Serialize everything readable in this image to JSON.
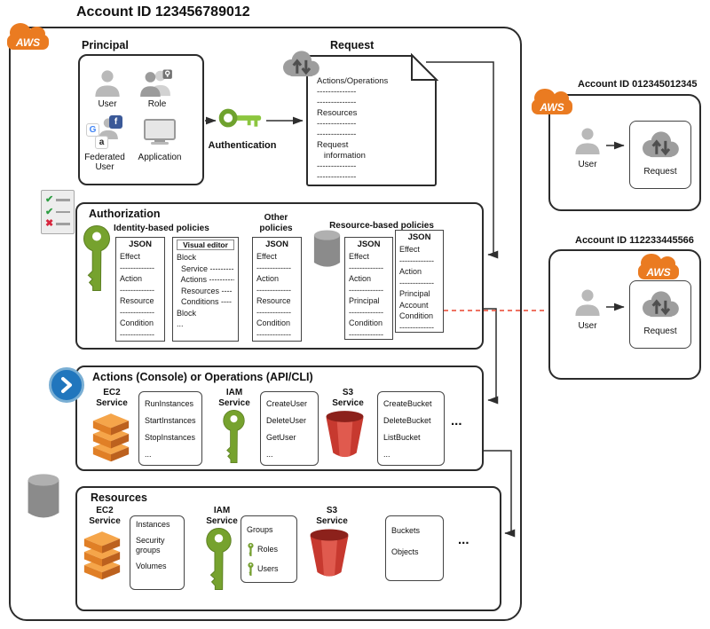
{
  "main_account": {
    "title": "Account ID 123456789012",
    "aws_label": "AWS"
  },
  "principal": {
    "title": "Principal",
    "user_label": "User",
    "role_label": "Role",
    "federated_label": "Federated User",
    "application_label": "Application",
    "federated_tiles": {
      "google": "G",
      "facebook": "f",
      "amazon": "a"
    }
  },
  "authentication": {
    "label": "Authentication"
  },
  "request": {
    "title": "Request",
    "lines": [
      "Actions/Operations",
      "--------------",
      "--------------",
      "Resources",
      "--------------",
      "--------------",
      "Request",
      "   information",
      "--------------",
      "--------------"
    ]
  },
  "authorization": {
    "title": "Authorization",
    "checklist": {
      "check1": "✔",
      "check2": "✔",
      "cross": "✖"
    },
    "identity_based_label": "Identity-based policies",
    "other_policies_label": "Other\npolicies",
    "resource_based_label": "Resource-based policies",
    "identity_json": {
      "header": "JSON",
      "lines": [
        "Effect",
        "-------------",
        "Action",
        "-------------",
        "Resource",
        "-------------",
        "Condition",
        "-------------"
      ]
    },
    "visual_editor": {
      "header": "Visual editor",
      "lines": [
        "Block",
        "  Service ---------",
        "  Actions ----------",
        "  Resources ----",
        "  Conditions ----",
        "Block",
        "..."
      ]
    },
    "other_json": {
      "header": "JSON",
      "lines": [
        "Effect",
        "-------------",
        "Action",
        "-------------",
        "Resource",
        "-------------",
        "Condition",
        "-------------"
      ]
    },
    "resource_json_1": {
      "header": "JSON",
      "lines": [
        "Effect",
        "-------------",
        "Action",
        "-------------",
        "Principal",
        "-------------",
        "Condition",
        "-------------"
      ]
    },
    "resource_json_2": {
      "header": "JSON",
      "lines": [
        "Effect",
        "-------------",
        "Action",
        "-------------",
        "Principal",
        "Account",
        "Condition",
        "-------------"
      ]
    }
  },
  "actions": {
    "title": "Actions (Console) or Operations (API/CLI)",
    "services": [
      {
        "name": "EC2\nService",
        "operations": [
          "RunInstances",
          "StartInstances",
          "StopInstances",
          "..."
        ]
      },
      {
        "name": "IAM\nService",
        "operations": [
          "CreateUser",
          "DeleteUser",
          "GetUser",
          "..."
        ]
      },
      {
        "name": "S3\nService",
        "operations": [
          "CreateBucket",
          "DeleteBucket",
          "ListBucket",
          "..."
        ]
      }
    ],
    "more_label": "..."
  },
  "resources": {
    "title": "Resources",
    "services": [
      {
        "name": "EC2\nService",
        "items": [
          "Instances",
          "Security groups",
          "Volumes"
        ]
      },
      {
        "name": "IAM\nService",
        "items": [
          "Groups",
          "Roles",
          "Users"
        ]
      },
      {
        "name": "S3\nService",
        "items": [
          "Buckets",
          "Objects"
        ]
      }
    ],
    "more_label": "..."
  },
  "external_accounts": [
    {
      "title": "Account ID 012345012345",
      "aws_label": "AWS",
      "user_label": "User",
      "request_label": "Request"
    },
    {
      "title": "Account ID 112233445566",
      "aws_label": "AWS",
      "user_label": "User",
      "request_label": "Request"
    }
  ],
  "colors": {
    "aws_orange": "#EA7B21",
    "iam_green": "#76A22E",
    "s3_red": "#C7392F",
    "link_red_dashed": "#E8442E",
    "chevron_blue": "#2176BD"
  }
}
